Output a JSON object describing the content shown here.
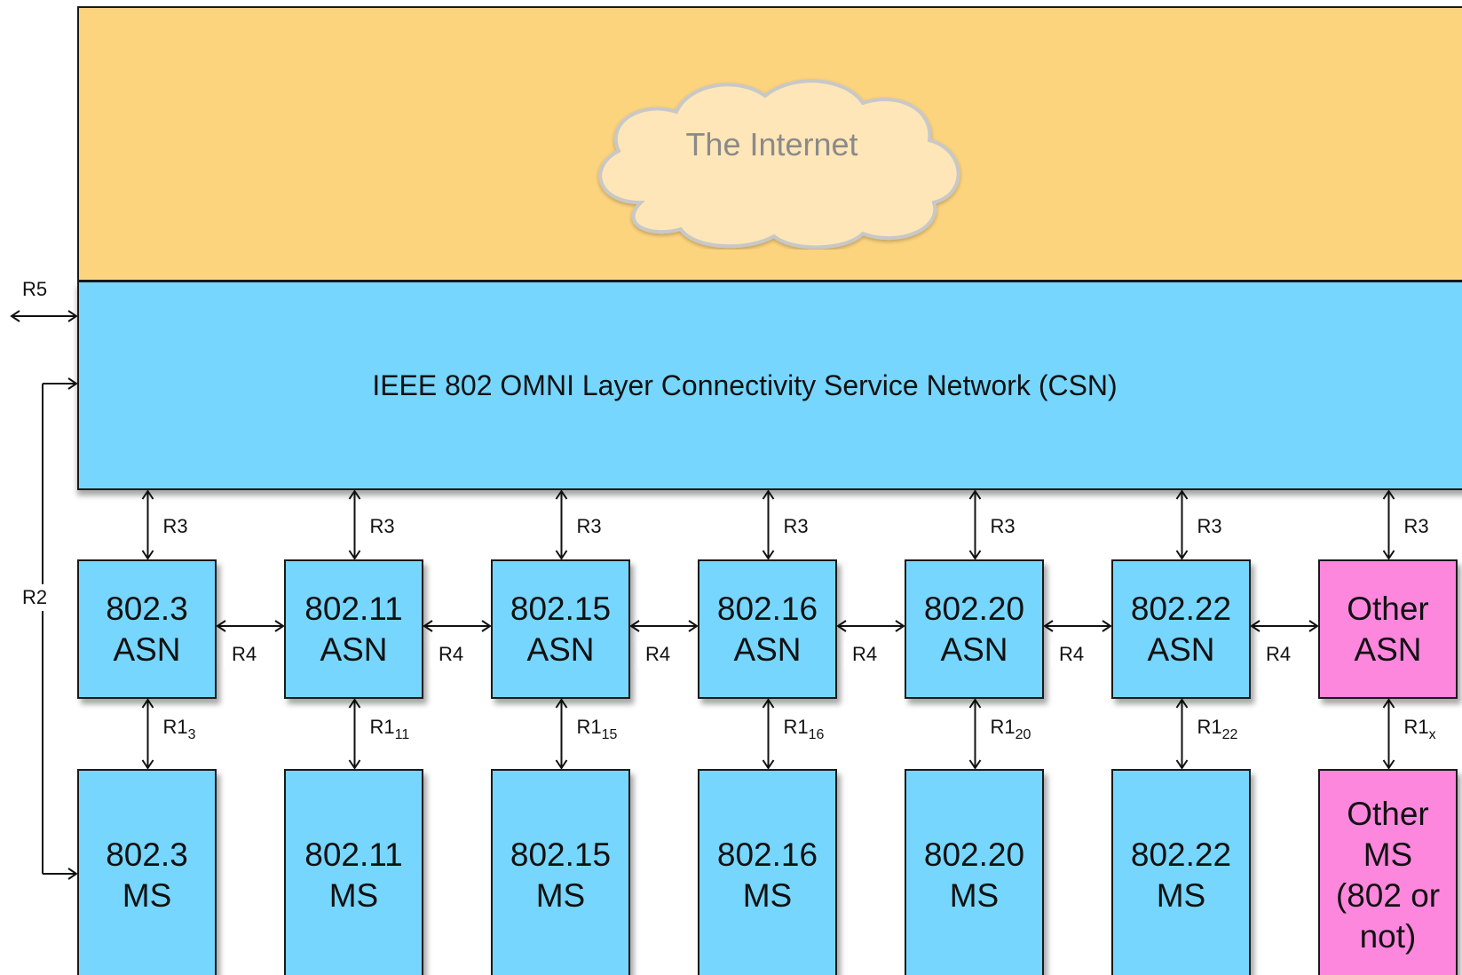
{
  "internet": {
    "label": "The Internet"
  },
  "csn": {
    "label": "IEEE 802 OMNI Layer Connectivity Service Network (CSN)"
  },
  "interfaces": {
    "r2": "R2",
    "r3": "R3",
    "r4": "R4",
    "r5": "R5",
    "r1": "R1"
  },
  "columns": [
    {
      "asn": [
        "802.3",
        "ASN"
      ],
      "ms": [
        "802.3",
        "MS"
      ],
      "r1_sub": "3"
    },
    {
      "asn": [
        "802.11",
        "ASN"
      ],
      "ms": [
        "802.11",
        "MS"
      ],
      "r1_sub": "11"
    },
    {
      "asn": [
        "802.15",
        "ASN"
      ],
      "ms": [
        "802.15",
        "MS"
      ],
      "r1_sub": "15"
    },
    {
      "asn": [
        "802.16",
        "ASN"
      ],
      "ms": [
        "802.16",
        "MS"
      ],
      "r1_sub": "16"
    },
    {
      "asn": [
        "802.20",
        "ASN"
      ],
      "ms": [
        "802.20",
        "MS"
      ],
      "r1_sub": "20"
    },
    {
      "asn": [
        "802.22",
        "ASN"
      ],
      "ms": [
        "802.22",
        "MS"
      ],
      "r1_sub": "22"
    },
    {
      "asn": [
        "Other",
        "ASN"
      ],
      "ms": [
        "Other",
        "MS",
        "(802 or",
        "not)"
      ],
      "r1_sub": "x",
      "other": true
    }
  ],
  "colors": {
    "internet_layer": "#fdd47e",
    "csn_layer": "#76d6fe",
    "standard_box": "#76d6fe",
    "other_box": "#fe87de",
    "cloud_fill": "#fee6b8"
  }
}
